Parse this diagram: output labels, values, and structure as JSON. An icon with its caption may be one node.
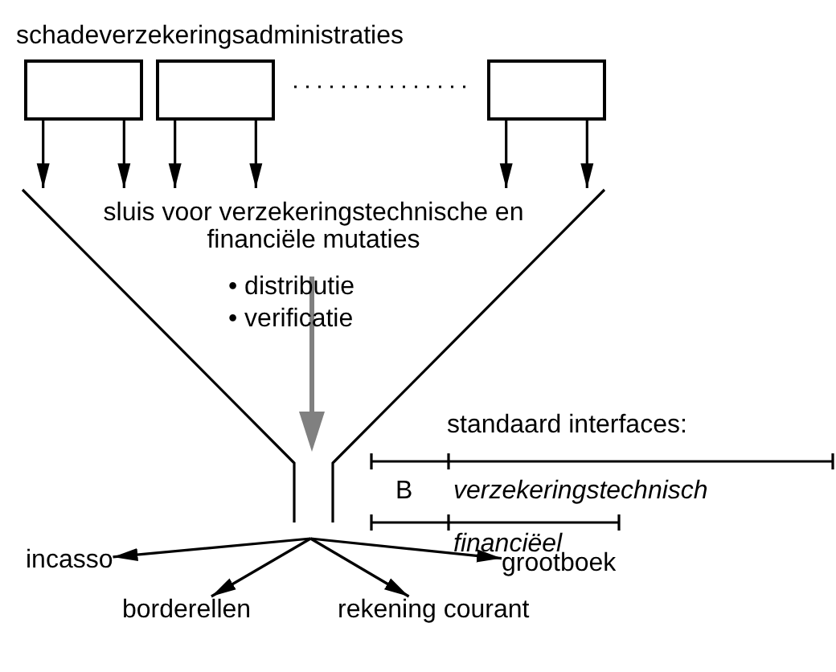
{
  "diagram": {
    "title": "schadeverzekeringsadministraties",
    "nodes": [
      {
        "text": [],
        "shape": "box"
      },
      {
        "text": [],
        "shape": "box"
      },
      {
        "text": [],
        "shape": "box"
      },
      {
        "text": [
          "sluis voor verzekeringstechnische en financiële mutaties",
          "• distributie",
          "• verificatie"
        ]
      },
      {
        "text": [
          "incasso"
        ]
      },
      {
        "text": [
          "borderellen"
        ]
      },
      {
        "text": [
          "rekening courant"
        ]
      },
      {
        "text": [
          "grootboek"
        ]
      }
    ],
    "edges": [
      {
        "from": 0,
        "to": 3,
        "arrow": "to"
      },
      {
        "from": 0,
        "to": 3,
        "arrow": "to"
      },
      {
        "from": 1,
        "to": 3,
        "arrow": "to"
      },
      {
        "from": 1,
        "to": 3,
        "arrow": "to"
      },
      {
        "from": 2,
        "to": 3,
        "arrow": "to"
      },
      {
        "from": 2,
        "to": 3,
        "arrow": "to"
      },
      {
        "from": 3,
        "to": 4,
        "arrow": "to"
      },
      {
        "from": 3,
        "to": 5,
        "arrow": "to"
      },
      {
        "from": 3,
        "to": 6,
        "arrow": "to"
      },
      {
        "from": 3,
        "to": 7,
        "arrow": "to"
      }
    ],
    "labels": [
      "standaard interfaces:",
      "B",
      "verzekeringstechnisch",
      "financiëel"
    ]
  }
}
